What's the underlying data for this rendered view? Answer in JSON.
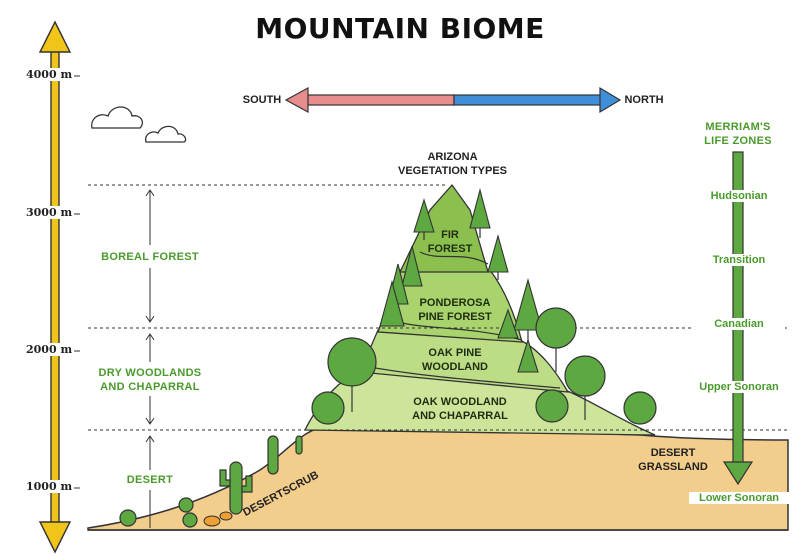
{
  "title": "MOUNTAIN BIOME",
  "direction": {
    "south": "SOUTH",
    "north": "NORTH"
  },
  "altitude_marks": [
    "4000 m",
    "3000 m",
    "2000 m",
    "1000 m"
  ],
  "mountain_title": [
    "ARIZONA",
    "VEGETATION TYPES"
  ],
  "left_bands": {
    "boreal": "BOREAL FOREST",
    "dry": [
      "DRY WOODLANDS",
      "AND CHAPARRAL"
    ],
    "desert": "DESERT"
  },
  "vegetation_zones": {
    "fir": [
      "FIR",
      "FOREST"
    ],
    "ponderosa": [
      "PONDEROSA",
      "PINE FOREST"
    ],
    "oakpine": [
      "OAK PINE",
      "WOODLAND"
    ],
    "oakwood": [
      "OAK WOODLAND",
      "AND CHAPARRAL"
    ]
  },
  "ground_labels": {
    "desertscrub": "DESERTSCRUB",
    "grassland": [
      "DESERT",
      "GRASSLAND"
    ]
  },
  "merriam": {
    "title": [
      "MERRIAM'S",
      "LIFE ZONES"
    ],
    "zones": [
      "Hudsonian",
      "Transition",
      "Canadian",
      "Upper Sonoran",
      "Lower Sonoran"
    ]
  },
  "colors": {
    "yellow_arrow": "#f0c419",
    "south_arrow": "#e88d8d",
    "north_arrow": "#3f8fd8",
    "ground": "#f3cd8b",
    "mountain_light": "#cde59a",
    "mountain_mid": "#a9d36c",
    "mountain_dark": "#8cc04e",
    "tree_green": "#5da840",
    "label_green": "#4a9a2c"
  }
}
